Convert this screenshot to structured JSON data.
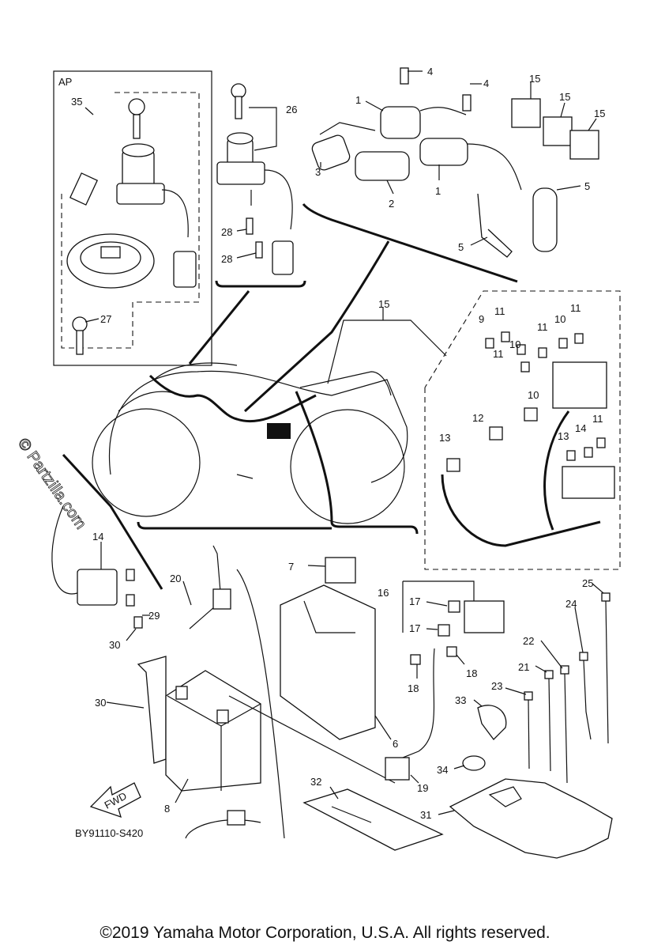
{
  "diagram": {
    "ap_label": "AP",
    "code": "BY91110-S420",
    "fwd_label": "FWD",
    "watermark": "© Partzilla.com",
    "copyright": "©2019 Yamaha Motor Corporation, U.S.A. All rights reserved."
  },
  "callouts": [
    {
      "id": "c35",
      "text": "35"
    },
    {
      "id": "c27",
      "text": "27"
    },
    {
      "id": "c26",
      "text": "26"
    },
    {
      "id": "c28a",
      "text": "28"
    },
    {
      "id": "c28b",
      "text": "28"
    },
    {
      "id": "c4a",
      "text": "4"
    },
    {
      "id": "c4b",
      "text": "4"
    },
    {
      "id": "c1a",
      "text": "1"
    },
    {
      "id": "c1b",
      "text": "1"
    },
    {
      "id": "c3",
      "text": "3"
    },
    {
      "id": "c2",
      "text": "2"
    },
    {
      "id": "c5a",
      "text": "5"
    },
    {
      "id": "c5b",
      "text": "5"
    },
    {
      "id": "c15a",
      "text": "15"
    },
    {
      "id": "c15b",
      "text": "15"
    },
    {
      "id": "c15c",
      "text": "15"
    },
    {
      "id": "c15d",
      "text": "15"
    },
    {
      "id": "c9",
      "text": "9"
    },
    {
      "id": "c11a",
      "text": "11"
    },
    {
      "id": "c10a",
      "text": "10"
    },
    {
      "id": "c11b",
      "text": "11"
    },
    {
      "id": "c10b",
      "text": "10"
    },
    {
      "id": "c11c",
      "text": "11"
    },
    {
      "id": "c11d",
      "text": "11"
    },
    {
      "id": "c10c",
      "text": "10"
    },
    {
      "id": "c12",
      "text": "12"
    },
    {
      "id": "c13a",
      "text": "13"
    },
    {
      "id": "c13b",
      "text": "13"
    },
    {
      "id": "c14a",
      "text": "14"
    },
    {
      "id": "c11e",
      "text": "11"
    },
    {
      "id": "c14b",
      "text": "14"
    },
    {
      "id": "c29",
      "text": "29"
    },
    {
      "id": "c30a",
      "text": "30"
    },
    {
      "id": "c30b",
      "text": "30"
    },
    {
      "id": "c20",
      "text": "20"
    },
    {
      "id": "c8",
      "text": "8"
    },
    {
      "id": "c6",
      "text": "6"
    },
    {
      "id": "c7",
      "text": "7"
    },
    {
      "id": "c16",
      "text": "16"
    },
    {
      "id": "c17a",
      "text": "17"
    },
    {
      "id": "c17b",
      "text": "17"
    },
    {
      "id": "c18a",
      "text": "18"
    },
    {
      "id": "c18b",
      "text": "18"
    },
    {
      "id": "c19",
      "text": "19"
    },
    {
      "id": "c25",
      "text": "25"
    },
    {
      "id": "c24",
      "text": "24"
    },
    {
      "id": "c22",
      "text": "22"
    },
    {
      "id": "c21",
      "text": "21"
    },
    {
      "id": "c23",
      "text": "23"
    },
    {
      "id": "c33",
      "text": "33"
    },
    {
      "id": "c34",
      "text": "34"
    },
    {
      "id": "c32",
      "text": "32"
    },
    {
      "id": "c31",
      "text": "31"
    }
  ]
}
